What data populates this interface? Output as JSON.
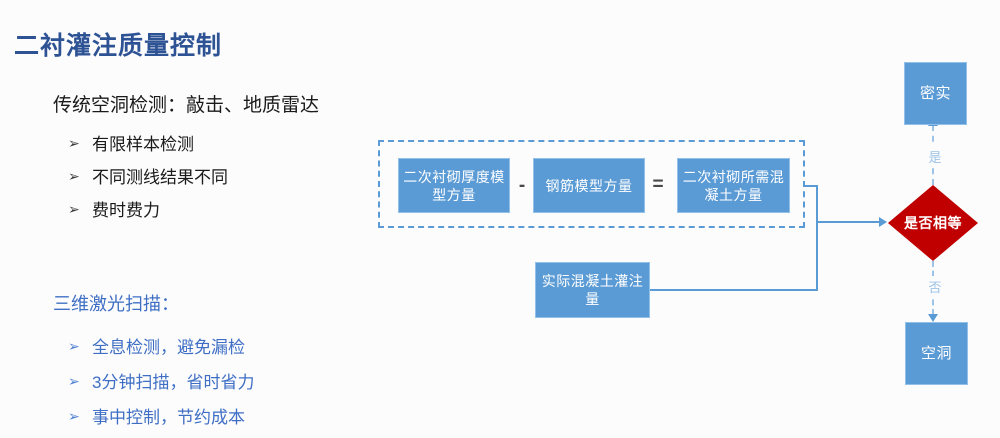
{
  "slide": {
    "title": "二衬灌注质量控制",
    "background_color": "#fcfcfd",
    "title_color": "#2e5395",
    "accent_color": "#5b9bd5",
    "decision_color": "#c00000"
  },
  "left_panel": {
    "traditional": {
      "lead": "传统空洞检测：敲击、地质雷达",
      "bullet_marker": "➢",
      "items": [
        "有限样本检测",
        "不同测线结果不同",
        "费时费力"
      ]
    },
    "laser": {
      "subhead": "三维激光扫描：",
      "bullet_marker": "➢",
      "items": [
        "全息检测，避免漏检",
        "3分钟扫描，省时省力",
        "事中控制，节约成本"
      ]
    }
  },
  "diagram": {
    "formula": {
      "box1": "二次衬砌厚度模型方量",
      "operator1": "-",
      "box2": "钢筋模型方量",
      "operator2": "=",
      "box3": "二次衬砌所需混凝土方量"
    },
    "actual_box": "实际混凝土灌注量",
    "decision": "是否相等",
    "edge_yes": "是",
    "edge_no": "否",
    "outcome_yes": "密实",
    "outcome_no": "空洞"
  }
}
